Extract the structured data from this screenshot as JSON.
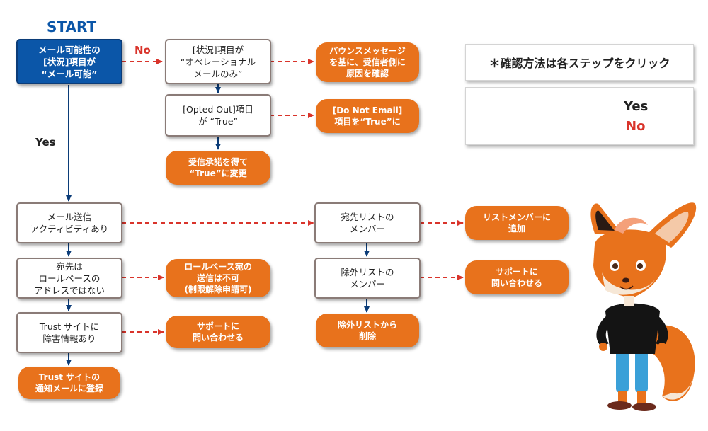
{
  "title": "START",
  "colors": {
    "yes_arrow": "#0b3c78",
    "no_arrow": "#d9342b",
    "start_fill": "#0b56a8",
    "action_fill": "#e8721c",
    "step_border": "#8a7b77"
  },
  "labels": {
    "no": "No",
    "yes": "Yes"
  },
  "nodes": {
    "start": "メール可能性の\n[状況]項目が\n“メール可能”",
    "operational": "[状況]項目が\n“オペレーショナル\nメールのみ”",
    "opted_out": "[Opted Out]項目\nが “True”",
    "send_activity": "メール送信\nアクティビティあり",
    "role_address": "宛先は\nロールベースの\nアドレスではない",
    "trust_incident": "Trust サイトに\n障害情報あり",
    "recipient_list": "宛先リストの\nメンバー",
    "exclusion_list": "除外リストの\nメンバー"
  },
  "actions": {
    "bounce": "バウンスメッセージ\nを基に、受信者側に\n原因を確認",
    "do_not_email": "[Do Not Email]\n項目を“True”に",
    "consent_true": "受信承諾を得て\n“True”に変更",
    "role_not_allowed": "ロールベース宛の\n送信は不可\n(制限解除申請可)",
    "support_1": "サポートに\n問い合わせる",
    "trust_register": "Trust サイトの\n通知メールに登録",
    "add_list_member": "リストメンバーに\n追加",
    "support_2": "サポートに\n問い合わせる",
    "remove_exclusion": "除外リストから\n削除"
  },
  "legend": {
    "instruction": "＊確認方法は各ステップをクリック",
    "yes": "Yes",
    "no": "No"
  },
  "mascot": "fox-mascot"
}
